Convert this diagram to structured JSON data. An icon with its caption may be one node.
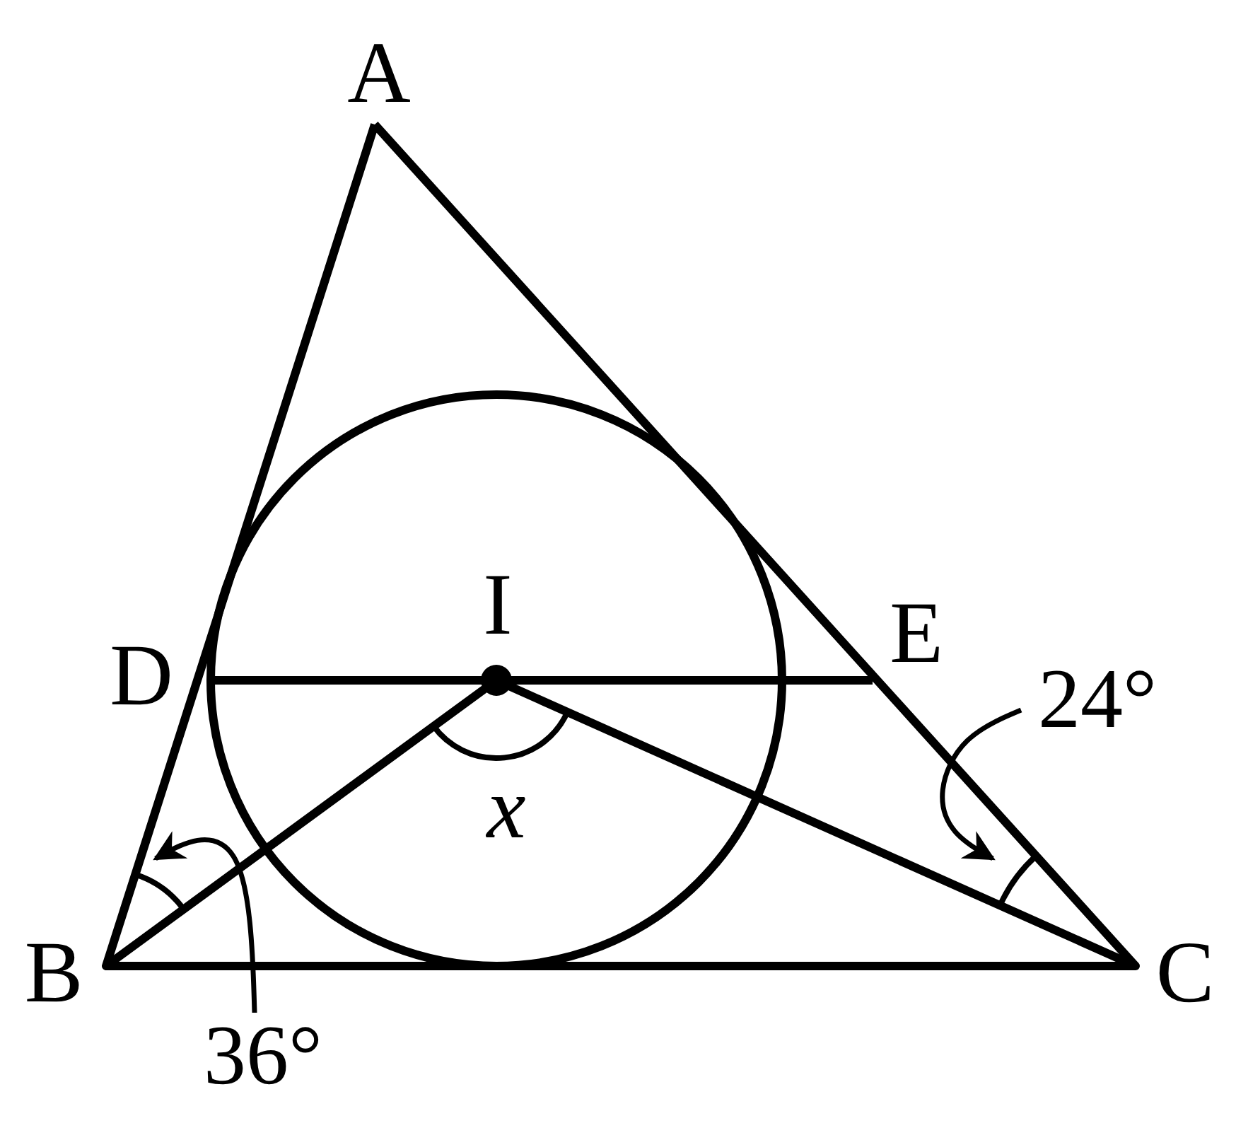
{
  "diagram": {
    "nodes": [
      {
        "text": [
          "24°"
        ]
      },
      {
        "text": [
          "36°"
        ]
      }
    ],
    "edges": [
      {
        "from": 0,
        "to": null,
        "arrow": "to"
      },
      {
        "from": 1,
        "to": null,
        "arrow": "to"
      }
    ],
    "labels": [
      "A",
      "I",
      "D",
      "E",
      "x",
      "B",
      "C"
    ]
  }
}
